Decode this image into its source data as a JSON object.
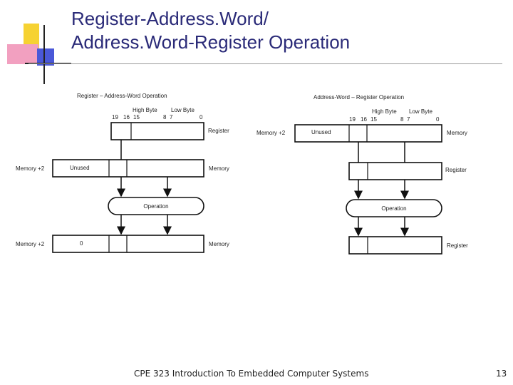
{
  "slide": {
    "title_line1": "Register-Address.Word/",
    "title_line2": "Address.Word-Register Operation",
    "footer": "CPE 323 Introduction To Embedded Computer Systems",
    "page_number": "13",
    "colors": {
      "title": "#2a2a78",
      "logo_yellow": "#f6d232",
      "logo_blue": "#4a58d8",
      "logo_pink": "#f2a0c0"
    }
  },
  "left_diagram": {
    "heading": "Register – Address-Word Operation",
    "high_byte": "High Byte",
    "low_byte": "Low Byte",
    "bit_19": "19",
    "bit_16": "16",
    "bit_15": "15",
    "bit_8": "8",
    "bit_7": "7",
    "bit_0": "0",
    "register_label": "Register",
    "source_address_label": "Memory +2",
    "source_unused": "Unused",
    "source_memory_label": "Memory",
    "operation": "Operation",
    "result_address_label": "Memory +2",
    "result_value": "0",
    "result_memory_label": "Memory"
  },
  "right_diagram": {
    "heading": "Address-Word – Register Operation",
    "high_byte": "High Byte",
    "low_byte": "Low Byte",
    "bit_19": "19",
    "bit_16": "16",
    "bit_15": "15",
    "bit_8": "8",
    "bit_7": "7",
    "bit_0": "0",
    "address_label": "Memory +2",
    "unused": "Unused",
    "memory_label": "Memory",
    "register_label": "Register",
    "operation": "Operation",
    "result_register_label": "Register"
  }
}
